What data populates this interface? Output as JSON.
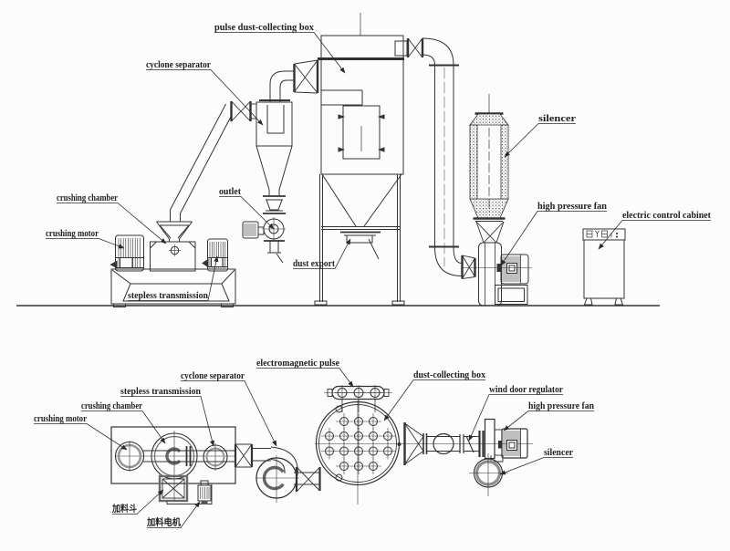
{
  "diagram": {
    "type": "technical-drawing",
    "views": [
      "elevation",
      "plan"
    ]
  },
  "colors": {
    "background": "#fcfcfc",
    "line": "#333333",
    "ring_gray": "#979797",
    "label_text": "#1f1f1f"
  },
  "labels": {
    "elevation": {
      "pulse_dust_collecting_box": "pulse dust-collecting box",
      "cyclone_separator": "cyclone separator",
      "crushing_chamber": "crushing chamber",
      "crushing_motor": "crushing motor",
      "stepless_transmission": "stepless transmission",
      "outlet": "outlet",
      "dust_export": "dust export",
      "silencer": "silencer",
      "high_pressure_fan": "high pressure fan",
      "electric_control_cabinet": "electric control cabinet"
    },
    "plan": {
      "electromagnetic_pulse": "electromagnetic pulse",
      "cyclone_separator": "cyclone separator",
      "stepless_transmission": "stepless transmission",
      "crushing_chamber": "crushing chamber",
      "crushing_motor": "crushing motor",
      "dust_collecting_box": "dust-collecting box",
      "wind_door_regulator": "wind door regulator",
      "high_pressure_fan": "high pressure fan",
      "silencer": "silencer",
      "feeding_hopper": "加料斗",
      "feeding_motor": "加料电机"
    }
  }
}
